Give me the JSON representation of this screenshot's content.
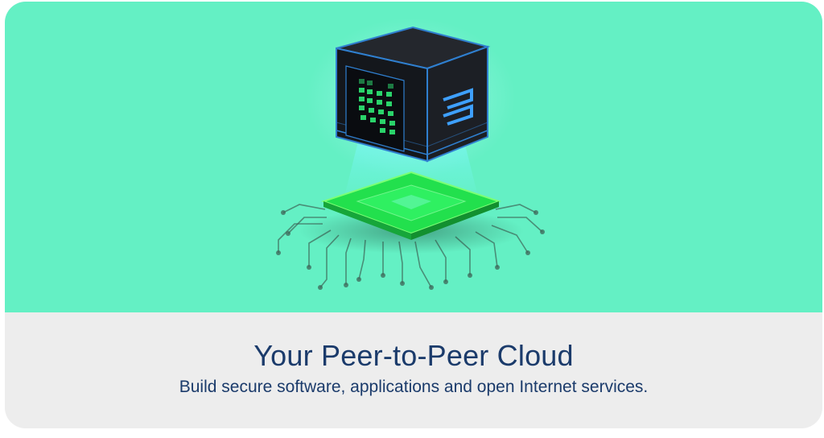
{
  "hero": {
    "illustration": "p2p-cloud-cube-over-chip",
    "background_color": "#64f0c4",
    "cube_color": "#1a1d22",
    "cube_edge_color": "#2f7fcf",
    "led_color": "#2ad36a",
    "chip_color": "#26d84a"
  },
  "caption": {
    "title": "Your Peer-to-Peer Cloud",
    "subtitle": "Build secure software, applications and open Internet services.",
    "background_color": "#ededed",
    "text_color": "#1b3b6b"
  }
}
